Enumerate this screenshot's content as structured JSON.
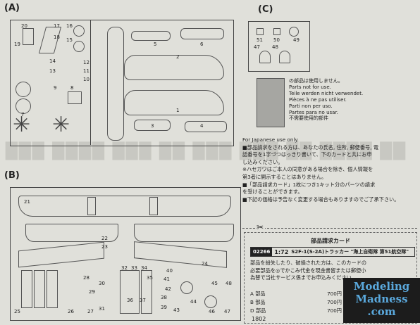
{
  "sprue_a": {
    "marker": "A",
    "numbers": [
      "20",
      "17",
      "16",
      "15",
      "18",
      "19",
      "5",
      "6",
      "2",
      "14",
      "13",
      "12",
      "11",
      "10",
      "9",
      "8",
      "7",
      "4",
      "3",
      "1"
    ]
  },
  "sprue_b": {
    "marker": "B",
    "numbers": [
      "21",
      "22",
      "23",
      "24",
      "25",
      "26",
      "27",
      "28",
      "29",
      "30",
      "31",
      "32",
      "33",
      "34",
      "35",
      "36",
      "37",
      "38",
      "39",
      "40",
      "41",
      "42",
      "43",
      "44",
      "45",
      "46",
      "47",
      "48"
    ]
  },
  "sprue_c": {
    "marker": "C",
    "numbers": [
      "51",
      "50",
      "49",
      "47",
      "48"
    ]
  },
  "not_for_use": {
    "lines": [
      "の部品は使用しません。",
      "Parts not for use.",
      "Teile werden nicht verwendet.",
      "Pièces à ne pas utiliser.",
      "Parti non per uso.",
      "Partes para no usar.",
      "不需要使用的部件"
    ]
  },
  "japanese_notes": {
    "lines": [
      "For Japanese use only.",
      "■部品請求をされる方は、あなたの氏名, 住所, 郵便番号, 電",
      "話番号を1字づつはっきり書いて、下のカードと共にお申",
      "し込みください。",
      "※ハセガワはご本人の同意がある場合を除き、個人情報を",
      "第3者に開示することはありません。",
      "■「部品請求カード」1枚につき1キット分のパーツの請求",
      "を受けることができます。",
      "■下記の価格は予告なく変更する場合もありますのでご了承下さい。"
    ]
  },
  "card": {
    "title": "部品請求カード",
    "kit_number": "02266",
    "scale": "1:72",
    "kit_name": "S2F-1(S-2A)トラッカー \"海上自衛隊 第51航空隊\"",
    "body_lines": [
      "部品を紛失したり、破損された方は、このカードの",
      "必要部品を◎でかこみ代金を現金書留または郵便小",
      "為替で当社サービス係までお申込みください。"
    ],
    "orders": [
      {
        "label": "A 部品",
        "price": "700円"
      },
      {
        "label": "B 部品",
        "price": "700円"
      },
      {
        "label": "D 部品",
        "price": "700円"
      }
    ],
    "code": "1802"
  },
  "watermark": {
    "line1": "Modeling",
    "line2": "Madness",
    "line3": ".com"
  }
}
